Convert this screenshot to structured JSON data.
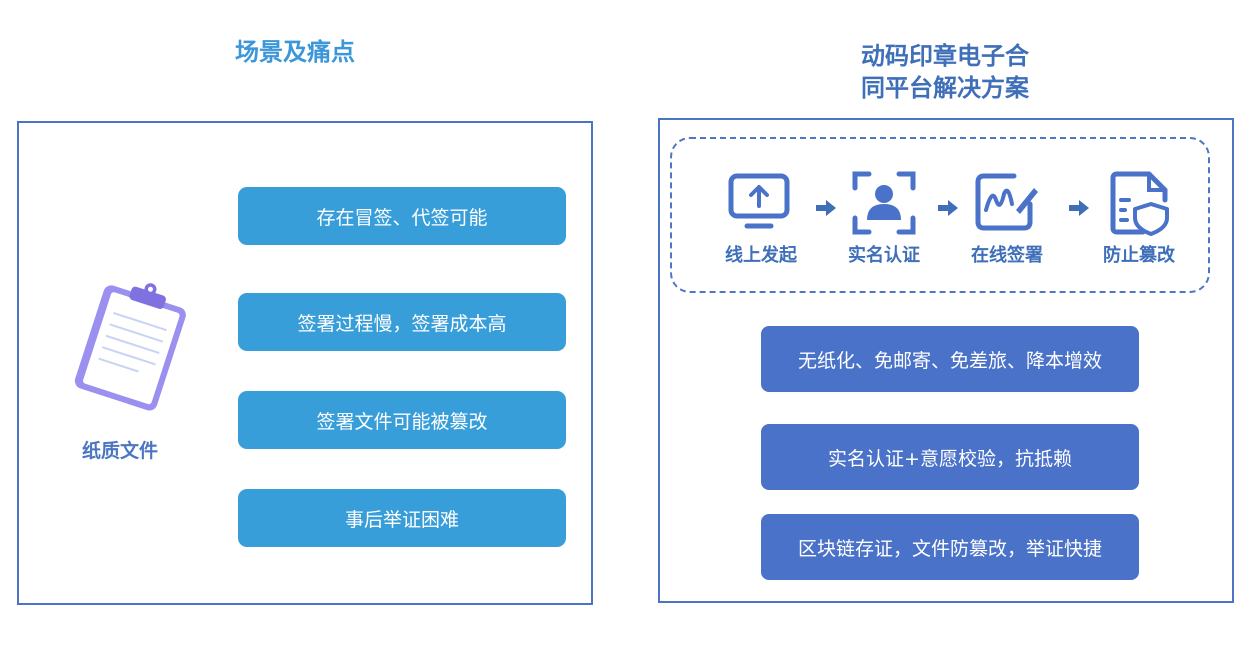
{
  "left": {
    "title": "场景及痛点",
    "paper_label": "纸质文件",
    "pain_points": [
      "存在冒签、代签可能",
      "签署过程慢，签署成本高",
      "签署文件可能被篡改",
      "事后举证困难"
    ]
  },
  "right": {
    "title_line1": "动码印章电子合",
    "title_line2": "同平台解决方案",
    "flow_steps": [
      {
        "label": "线上发起",
        "icon": "monitor-upload-icon"
      },
      {
        "label": "实名认证",
        "icon": "face-scan-icon"
      },
      {
        "label": "在线签署",
        "icon": "signature-pen-icon"
      },
      {
        "label": "防止篡改",
        "icon": "document-shield-icon"
      }
    ],
    "benefits": [
      "无纸化、免邮寄、免差旅、降本增效",
      "实名认证+意愿校验，抗抵赖",
      "区块链存证，文件防篡改，举证快捷"
    ]
  },
  "colors": {
    "pain_bg": "#389ed9",
    "benefit_bg": "#4a72c8",
    "border": "#4b75c4",
    "left_title": "#3b97d9",
    "right_title": "#3f6fb8"
  }
}
